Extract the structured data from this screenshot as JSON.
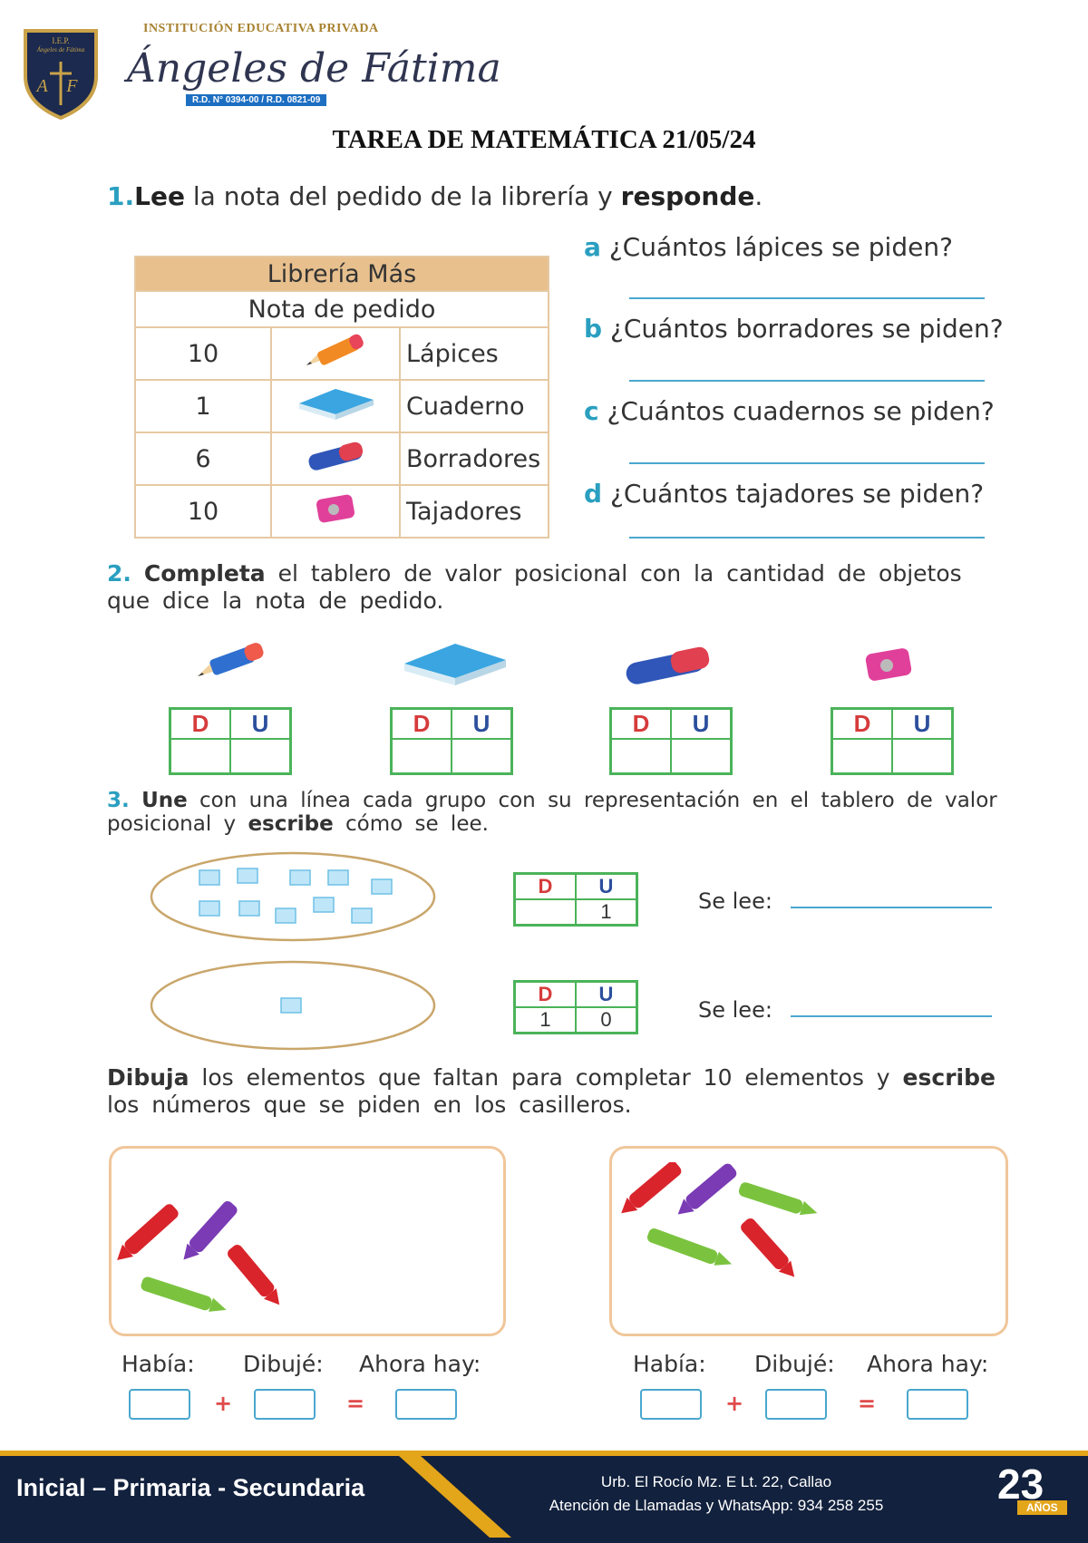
{
  "header": {
    "logo_top": "I.E.P.",
    "logo_inner": "Ángeles de Fátima",
    "logo_letters": "A F",
    "institution": "INSTITUCIÓN EDUCATIVA PRIVADA",
    "school_name": "Ángeles de Fátima",
    "rd": "R.D. N° 0394-00 / R.D. 0821-09",
    "title": "TAREA DE MATEMÁTICA 21/05/24"
  },
  "q1": {
    "number": "1.",
    "bold1": "Lee",
    "text1": " la nota del pedido de la librería y ",
    "bold2": "responde",
    "text2": ".",
    "table": {
      "title": "Librería Más",
      "subtitle": "Nota de pedido",
      "rows": [
        {
          "qty": "10",
          "item": "Lápices",
          "icon": "pencil-icon"
        },
        {
          "qty": "1",
          "item": "Cuaderno",
          "icon": "notebook-icon"
        },
        {
          "qty": "6",
          "item": "Borradores",
          "icon": "eraser-icon"
        },
        {
          "qty": "10",
          "item": "Tajadores",
          "icon": "sharpener-icon"
        }
      ]
    },
    "questions": [
      {
        "letter": "a",
        "text": "¿Cuántos lápices se piden?"
      },
      {
        "letter": "b",
        "text": "¿Cuántos borradores se piden?"
      },
      {
        "letter": "c",
        "text": "¿Cuántos cuadernos se piden?"
      },
      {
        "letter": "d",
        "text": "¿Cuántos tajadores se piden?"
      }
    ]
  },
  "q2": {
    "number": "2.",
    "bold": "Completa",
    "text": " el tablero de valor posicional con la cantidad de objetos que dice la nota de pedido.",
    "d_label": "D",
    "u_label": "U"
  },
  "q3": {
    "number": "3.",
    "bold1": "Une",
    "text1": " con una línea cada grupo con su representación en el tablero de valor posicional y ",
    "bold2": "escribe",
    "text2": " cómo se lee.",
    "boards": [
      {
        "d": "",
        "u": "1"
      },
      {
        "d": "1",
        "u": "0"
      }
    ],
    "se_lee": "Se lee:"
  },
  "q4": {
    "bold1": "Dibuja",
    "text1": " los elementos que faltan para completar 10 elementos y ",
    "bold2": "escribe",
    "text2": " los números que se piden en los casilleros.",
    "labels": [
      "Había:",
      "Dibujé:",
      "Ahora hay:"
    ],
    "plus": "+",
    "equals": "="
  },
  "footer": {
    "levels": "Inicial – Primaria - Secundaria",
    "address": "Urb. El Rocío Mz. E Lt. 22, Callao",
    "phone": "Atención de Llamadas y WhatsApp: 934 258 255",
    "years": "23",
    "years_label": "AÑOS"
  },
  "colors": {
    "accent_blue": "#2a9fc0",
    "table_head": "#e8c08e",
    "footer_bg": "#12213d",
    "footer_gold": "#e3a51a",
    "board_green": "#4bb35a"
  }
}
